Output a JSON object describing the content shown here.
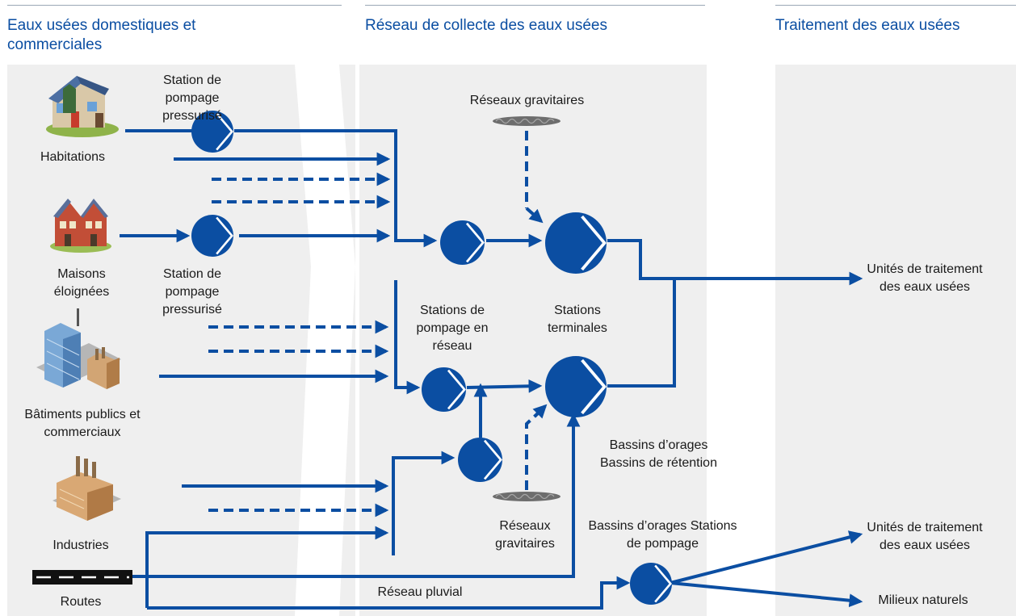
{
  "columns": {
    "domestic": "Eaux usées domestiques et commerciales",
    "network": "Réseau de collecte des eaux usées",
    "treatment": "Traitement des eaux usées"
  },
  "labels": {
    "station_pompage_top": "Station de pompage pressurisé",
    "habitations": "Habitations",
    "reseaux_gravitaires_top": "Réseaux gravitaires",
    "maisons": "Maisons éloignées",
    "station_pompage_mid": "Station de pompage pressurisé",
    "unites_top": "Unités de traitement des eaux usées",
    "stations_reseau": "Stations de pompage en réseau",
    "stations_terminales": "Stations terminales",
    "batiments": "Bâtiments publics et commerciaux",
    "bassins_retention": "Bassins d’orages Bassins de rétention",
    "industries": "Industries",
    "reseaux_gravitaires_bottom": "Réseaux gravitaires",
    "bassins_pompage": "Bassins d’orages Stations de pompage",
    "unites_bottom": "Unités de traitement des eaux usées",
    "routes": "Routes",
    "reseau_pluvial": "Réseau pluvial",
    "milieux": "Milieux naturels"
  },
  "colors": {
    "flow": "#0b4ea2",
    "title": "#0b4ea2",
    "column_bg": "#efefef",
    "chevron": "#ffffff"
  },
  "icons": {
    "habitations": "house-icon",
    "maisons": "townhouses-icon",
    "batiments": "office-building-icon",
    "industries": "factory-icon",
    "routes": "road-icon",
    "pump": "pump-station-icon",
    "gravity": "gravity-network-icon"
  }
}
